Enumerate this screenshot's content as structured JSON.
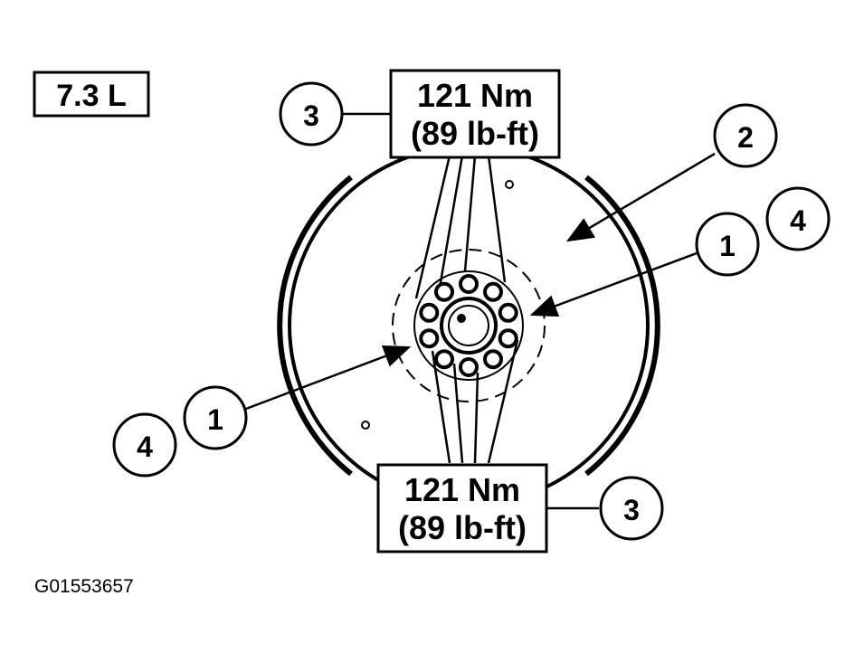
{
  "engine_label": "7.3 L",
  "figure_id": "G01553657",
  "torque_top": {
    "line1": "121 Nm",
    "line2": "(89 lb-ft)"
  },
  "torque_bottom": {
    "line1": "121 Nm",
    "line2": "(89 lb-ft)"
  },
  "callouts": {
    "top_left_3": "3",
    "top_right_2": "2",
    "right_4": "4",
    "right_1": "1",
    "bottom_left_1": "1",
    "bottom_left_4": "4",
    "bottom_right_3": "3"
  }
}
